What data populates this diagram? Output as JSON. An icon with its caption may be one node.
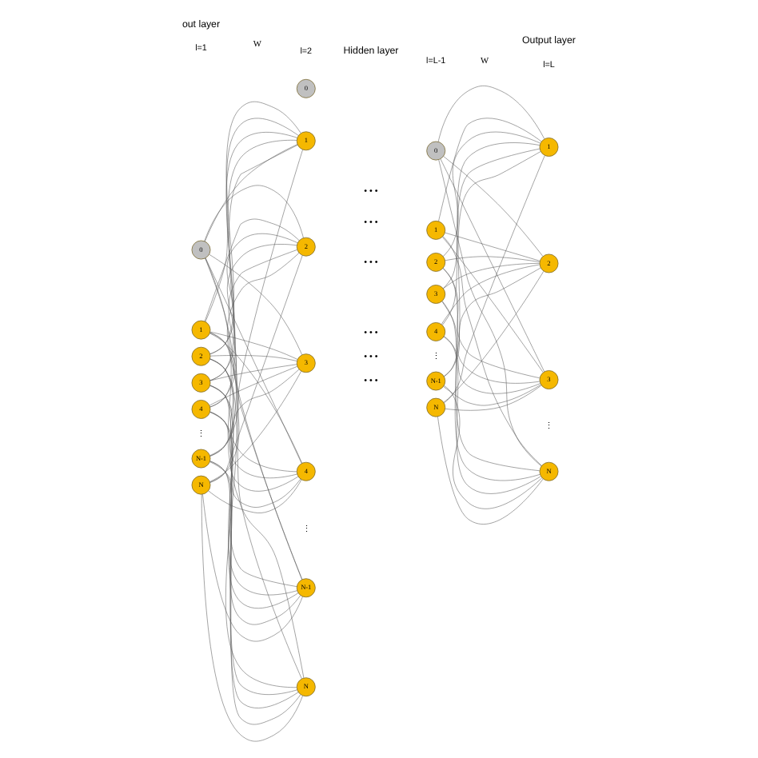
{
  "diagram": {
    "nodes": [
      {
        "text": [
          "0"
        ]
      },
      {
        "text": [
          "1"
        ]
      },
      {
        "text": [
          "2"
        ]
      },
      {
        "text": [
          "3"
        ]
      },
      {
        "text": [
          "4"
        ]
      },
      {
        "text": [
          "N-1"
        ]
      },
      {
        "text": [
          "N"
        ]
      },
      {
        "text": [
          "0"
        ]
      },
      {
        "text": [
          "1"
        ]
      },
      {
        "text": [
          "2"
        ]
      },
      {
        "text": [
          "3"
        ]
      },
      {
        "text": [
          "4"
        ]
      },
      {
        "text": [
          "N-1"
        ]
      },
      {
        "text": [
          "N"
        ]
      },
      {
        "text": [
          "0"
        ]
      },
      {
        "text": [
          "1"
        ]
      },
      {
        "text": [
          "2"
        ]
      },
      {
        "text": [
          "3"
        ]
      },
      {
        "text": [
          "4"
        ]
      },
      {
        "text": [
          "N-1"
        ]
      },
      {
        "text": [
          "N"
        ]
      },
      {
        "text": [
          "1"
        ]
      },
      {
        "text": [
          "2"
        ]
      },
      {
        "text": [
          "3"
        ]
      },
      {
        "text": [
          "N"
        ]
      }
    ],
    "edges": [
      {
        "from": 0,
        "to": 8,
        "arrow": "none"
      },
      {
        "from": 0,
        "to": 9,
        "arrow": "none"
      },
      {
        "from": 0,
        "to": 10,
        "arrow": "none"
      },
      {
        "from": 0,
        "to": 11,
        "arrow": "none"
      },
      {
        "from": 0,
        "to": 12,
        "arrow": "none"
      },
      {
        "from": 0,
        "to": 13,
        "arrow": "none"
      },
      {
        "from": 1,
        "to": 8,
        "arrow": "none"
      },
      {
        "from": 1,
        "to": 9,
        "arrow": "none"
      },
      {
        "from": 1,
        "to": 10,
        "arrow": "none"
      },
      {
        "from": 1,
        "to": 11,
        "arrow": "none"
      },
      {
        "from": 1,
        "to": 12,
        "arrow": "none"
      },
      {
        "from": 1,
        "to": 13,
        "arrow": "none"
      },
      {
        "from": 2,
        "to": 8,
        "arrow": "none"
      },
      {
        "from": 2,
        "to": 9,
        "arrow": "none"
      },
      {
        "from": 2,
        "to": 10,
        "arrow": "none"
      },
      {
        "from": 2,
        "to": 11,
        "arrow": "none"
      },
      {
        "from": 2,
        "to": 12,
        "arrow": "none"
      },
      {
        "from": 2,
        "to": 13,
        "arrow": "none"
      },
      {
        "from": 3,
        "to": 8,
        "arrow": "none"
      },
      {
        "from": 3,
        "to": 9,
        "arrow": "none"
      },
      {
        "from": 3,
        "to": 10,
        "arrow": "none"
      },
      {
        "from": 3,
        "to": 11,
        "arrow": "none"
      },
      {
        "from": 3,
        "to": 12,
        "arrow": "none"
      },
      {
        "from": 3,
        "to": 13,
        "arrow": "none"
      },
      {
        "from": 4,
        "to": 8,
        "arrow": "none"
      },
      {
        "from": 4,
        "to": 9,
        "arrow": "none"
      },
      {
        "from": 4,
        "to": 10,
        "arrow": "none"
      },
      {
        "from": 4,
        "to": 11,
        "arrow": "none"
      },
      {
        "from": 4,
        "to": 12,
        "arrow": "none"
      },
      {
        "from": 4,
        "to": 13,
        "arrow": "none"
      },
      {
        "from": 5,
        "to": 8,
        "arrow": "none"
      },
      {
        "from": 5,
        "to": 9,
        "arrow": "none"
      },
      {
        "from": 5,
        "to": 10,
        "arrow": "none"
      },
      {
        "from": 5,
        "to": 11,
        "arrow": "none"
      },
      {
        "from": 5,
        "to": 12,
        "arrow": "none"
      },
      {
        "from": 5,
        "to": 13,
        "arrow": "none"
      },
      {
        "from": 6,
        "to": 8,
        "arrow": "none"
      },
      {
        "from": 6,
        "to": 9,
        "arrow": "none"
      },
      {
        "from": 6,
        "to": 10,
        "arrow": "none"
      },
      {
        "from": 6,
        "to": 11,
        "arrow": "none"
      },
      {
        "from": 6,
        "to": 12,
        "arrow": "none"
      },
      {
        "from": 6,
        "to": 13,
        "arrow": "none"
      },
      {
        "from": 14,
        "to": 21,
        "arrow": "none"
      },
      {
        "from": 14,
        "to": 22,
        "arrow": "none"
      },
      {
        "from": 14,
        "to": 23,
        "arrow": "none"
      },
      {
        "from": 14,
        "to": 24,
        "arrow": "none"
      },
      {
        "from": 15,
        "to": 21,
        "arrow": "none"
      },
      {
        "from": 15,
        "to": 22,
        "arrow": "none"
      },
      {
        "from": 15,
        "to": 23,
        "arrow": "none"
      },
      {
        "from": 15,
        "to": 24,
        "arrow": "none"
      },
      {
        "from": 16,
        "to": 21,
        "arrow": "none"
      },
      {
        "from": 16,
        "to": 22,
        "arrow": "none"
      },
      {
        "from": 16,
        "to": 23,
        "arrow": "none"
      },
      {
        "from": 16,
        "to": 24,
        "arrow": "none"
      },
      {
        "from": 17,
        "to": 21,
        "arrow": "none"
      },
      {
        "from": 17,
        "to": 22,
        "arrow": "none"
      },
      {
        "from": 17,
        "to": 23,
        "arrow": "none"
      },
      {
        "from": 17,
        "to": 24,
        "arrow": "none"
      },
      {
        "from": 18,
        "to": 21,
        "arrow": "none"
      },
      {
        "from": 18,
        "to": 22,
        "arrow": "none"
      },
      {
        "from": 18,
        "to": 23,
        "arrow": "none"
      },
      {
        "from": 18,
        "to": 24,
        "arrow": "none"
      },
      {
        "from": 19,
        "to": 21,
        "arrow": "none"
      },
      {
        "from": 19,
        "to": 22,
        "arrow": "none"
      },
      {
        "from": 19,
        "to": 23,
        "arrow": "none"
      },
      {
        "from": 19,
        "to": 24,
        "arrow": "none"
      },
      {
        "from": 20,
        "to": 21,
        "arrow": "none"
      },
      {
        "from": 20,
        "to": 22,
        "arrow": "none"
      },
      {
        "from": 20,
        "to": 23,
        "arrow": "none"
      },
      {
        "from": 20,
        "to": 24,
        "arrow": "none"
      }
    ],
    "labels": [
      "out layer",
      "Hidden layer",
      "Output layer",
      "l=1",
      "W",
      "l=2",
      "l=L-1",
      "W",
      "l=L",
      "• • •",
      "• • •",
      "• • •",
      "• • •",
      "⋮",
      "⋮",
      "• • •",
      "⋮",
      "⋮",
      "• • •"
    ]
  }
}
